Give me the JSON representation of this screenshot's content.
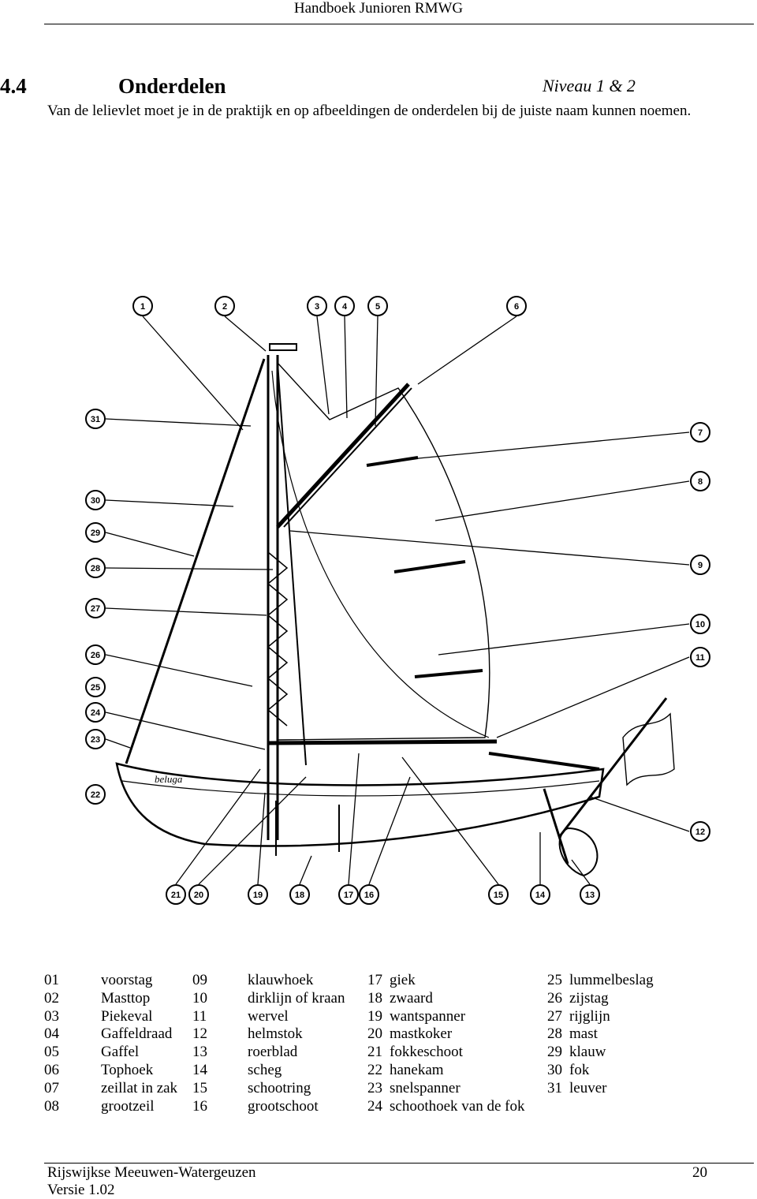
{
  "header": {
    "title": "Handboek Junioren RMWG"
  },
  "section": {
    "number": "4.4",
    "title": "Onderdelen",
    "level": "Niveau 1 & 2",
    "intro": "Van de lelievlet moet je in de praktijk en op afbeeldingen de onderdelen bij de juiste naam kunnen noemen."
  },
  "diagram": {
    "boat_name": "beluga",
    "callouts": [
      "1",
      "2",
      "3",
      "4",
      "5",
      "6",
      "7",
      "8",
      "9",
      "10",
      "11",
      "12",
      "13",
      "14",
      "15",
      "16",
      "17",
      "18",
      "19",
      "20",
      "21",
      "22",
      "23",
      "24",
      "25",
      "26",
      "27",
      "28",
      "29",
      "30",
      "31"
    ]
  },
  "legend": [
    [
      "01",
      "voorstag",
      "09",
      "klauwhoek",
      "17",
      "giek",
      "25",
      "lummelbeslag"
    ],
    [
      "02",
      "Masttop",
      "10",
      "dirklijn of kraan",
      "18",
      "zwaard",
      "26",
      "zijstag"
    ],
    [
      "03",
      "Piekeval",
      "11",
      "wervel",
      "19",
      "wantspanner",
      "27",
      "rijglijn"
    ],
    [
      "04",
      "Gaffeldraad",
      "12",
      "helmstok",
      "20",
      "mastkoker",
      "28",
      "mast"
    ],
    [
      "05",
      "Gaffel",
      "13",
      "roerblad",
      "21",
      "fokkeschoot",
      "29",
      "klauw"
    ],
    [
      "06",
      "Tophoek",
      "14",
      "scheg",
      "22",
      "hanekam",
      "30",
      "fok"
    ],
    [
      "07",
      "zeillat in zak",
      "15",
      "schootring",
      "23",
      "snelspanner",
      "31",
      "leuver"
    ],
    [
      "08",
      "grootzeil",
      "16",
      "grootschoot",
      "24",
      "schoothoek van de fok",
      "",
      ""
    ]
  ],
  "footer": {
    "org": "Rijswijkse Meeuwen-Watergeuzen",
    "page": "20",
    "version": "Versie 1.02"
  }
}
